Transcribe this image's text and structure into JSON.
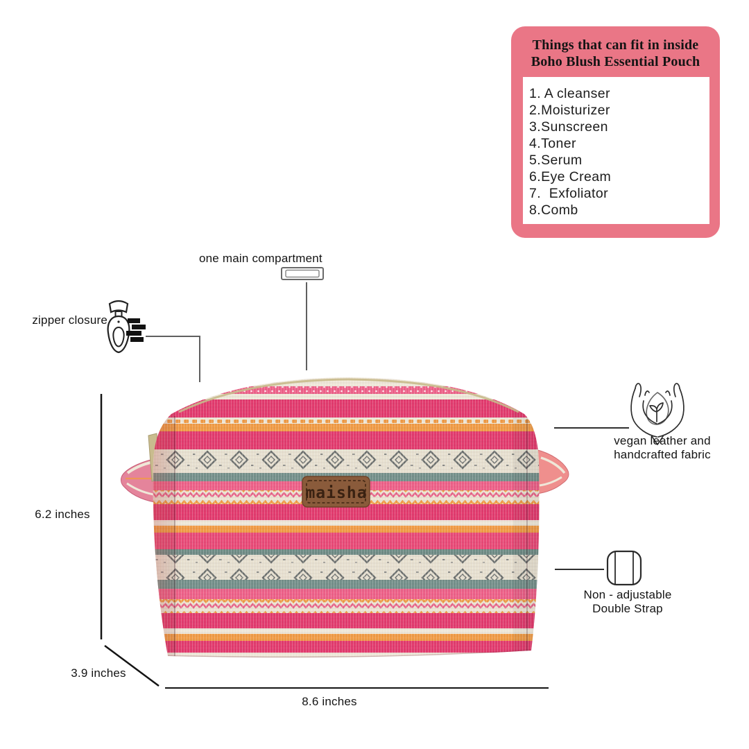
{
  "info_box": {
    "title_line1": "Things that can fit in inside",
    "title_line2": "Boho Blush Essential Pouch",
    "bg_color": "#ea7686",
    "items": [
      "1. A cleanser",
      "2.Moisturizer",
      "3.Sunscreen",
      "4.Toner",
      "5.Serum",
      "6.Eye Cream",
      "7.  Exfoliator",
      "8.Comb"
    ]
  },
  "product": {
    "name": "Boho Blush Essential Pouch",
    "brand_label": "maisha",
    "colors": {
      "magenta": "#e23b6e",
      "pink": "#ed6088",
      "orange": "#f09b45",
      "cream": "#eee7d8",
      "teal": "#74908a",
      "patch_brown": "#8a5b3b"
    }
  },
  "annotations": {
    "compartment": {
      "label": "one main compartment",
      "icon": "compartment-icon"
    },
    "zipper": {
      "label": "zipper closure",
      "icon": "zipper-icon"
    },
    "material": {
      "line1": "vegan leather and",
      "line2": "handcrafted fabric",
      "icon": "hands-leaf-icon"
    },
    "strap": {
      "line1": "Non - adjustable",
      "line2": "Double Strap",
      "icon": "strap-icon"
    }
  },
  "dimensions": {
    "height": "6.2 inches",
    "depth": "3.9 inches",
    "width": "8.6 inches"
  }
}
